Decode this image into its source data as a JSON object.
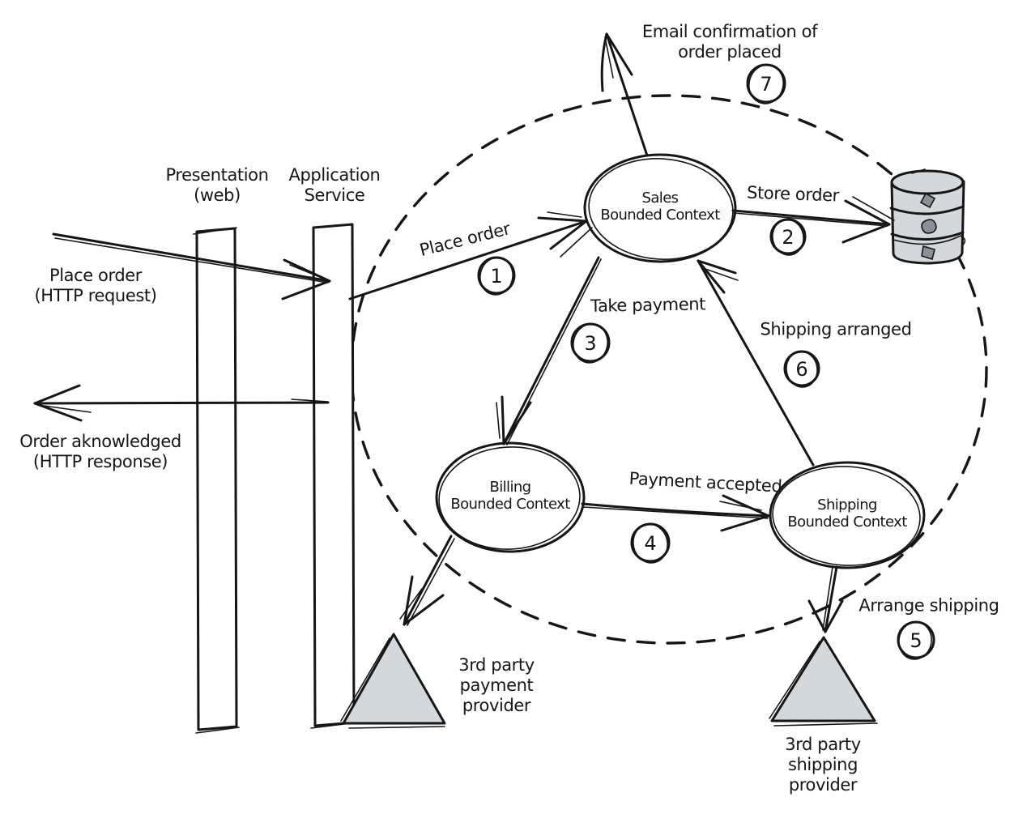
{
  "colors": {
    "ink": "#161616",
    "fill_gray": "#d3d8dd",
    "blob": "#8b919a",
    "background": "#ffffff"
  },
  "lifelines": {
    "presentation": {
      "line1": "Presentation",
      "line2": "(web)"
    },
    "application": {
      "line1": "Application",
      "line2": "Service"
    }
  },
  "client_messages": {
    "request": {
      "line1": "Place order",
      "line2": "(HTTP request)"
    },
    "response": {
      "line1": "Order aknowledged",
      "line2": "(HTTP response)"
    }
  },
  "contexts": {
    "sales": {
      "line1": "Sales",
      "line2": "Bounded Context"
    },
    "billing": {
      "line1": "Billing",
      "line2": "Bounded Context"
    },
    "shipping": {
      "line1": "Shipping",
      "line2": "Bounded Context"
    }
  },
  "flows": {
    "place_order": {
      "label": "Place order",
      "step": "1"
    },
    "store_order": {
      "label": "Store order",
      "step": "2"
    },
    "take_payment": {
      "label": "Take payment",
      "step": "3"
    },
    "payment_accepted": {
      "label": "Payment accepted",
      "step": "4"
    },
    "arrange_shipping": {
      "label": "Arrange shipping",
      "step": "5"
    },
    "shipping_arranged": {
      "label": "Shipping arranged",
      "step": "6"
    },
    "email_confirmation": {
      "line1": "Email confirmation of",
      "line2": "order placed",
      "step": "7"
    }
  },
  "providers": {
    "payment": {
      "line1": "3rd party",
      "line2": "payment",
      "line3": "provider"
    },
    "shipping": {
      "line1": "3rd party",
      "line2": "shipping",
      "line3": "provider"
    }
  }
}
